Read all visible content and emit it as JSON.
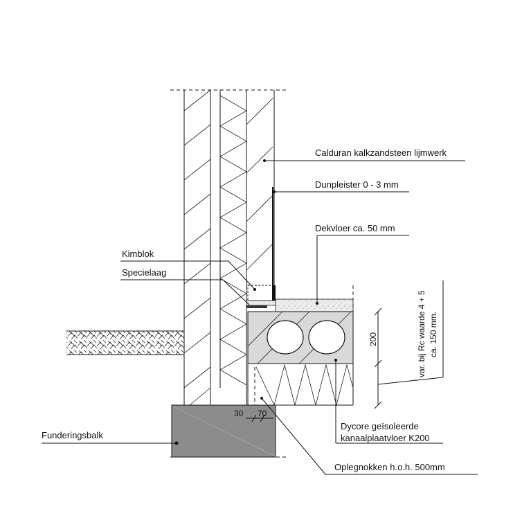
{
  "labels": {
    "calduran": "Calduran kalkzandsteen lijmwerk",
    "dunpleister": "Dunpleister 0 - 3 mm",
    "dekvloer": "Dekvloer ca. 50 mm",
    "kimblok": "Kimblok",
    "specielaag": "Specielaag",
    "funderingsbalk": "Funderingsbalk",
    "dycore_line1": "Dycore geïsoleerde",
    "dycore_line2": "kanaalplaatvloer K200",
    "oplegnokken": "Oplegnokken h.o.h. 500mm",
    "insulation_note_line1": "var. bij Rc waarde 4 + 5",
    "insulation_note_line2": "ca. 150 mm."
  },
  "dimensions": {
    "floor_thickness": "200",
    "dim_30": "30",
    "dim_70": "70"
  },
  "colors": {
    "line": "#111111",
    "foundation_fill": "#8c8c8c",
    "slab_fill": "#d9d9d9",
    "screed_fill": "#ececec"
  }
}
